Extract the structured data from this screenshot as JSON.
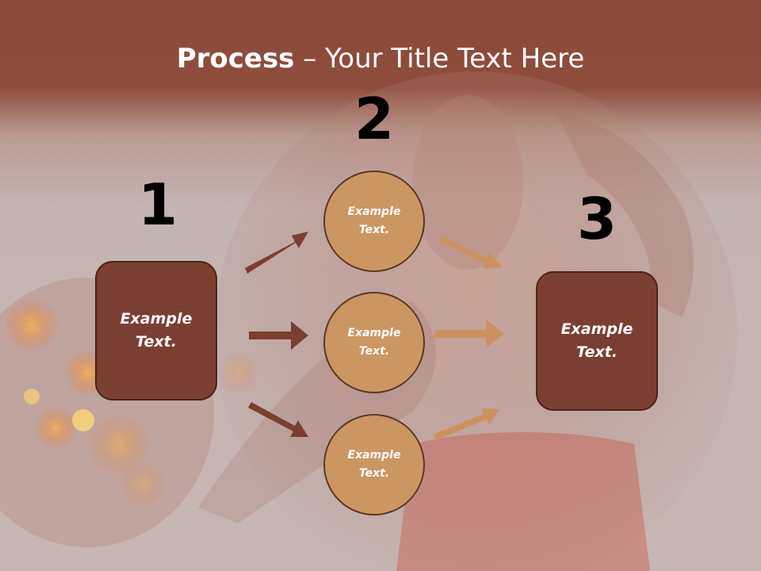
{
  "title": {
    "bold": "Process",
    "rest": " – Your Title Text Here"
  },
  "steps": [
    {
      "number": "1",
      "text": "Example Text."
    },
    {
      "number": "2"
    },
    {
      "number": "3",
      "text": "Example Text."
    }
  ],
  "nodes": [
    {
      "text": "Example Text."
    },
    {
      "text": "Example Text."
    },
    {
      "text": "Example Text."
    }
  ],
  "colors": {
    "header": "#8c4a38",
    "box_fill": "#7b3f31",
    "circle_fill": "#cc9662",
    "arrow_dark": "#7b3f31",
    "arrow_light": "#cd9160"
  }
}
